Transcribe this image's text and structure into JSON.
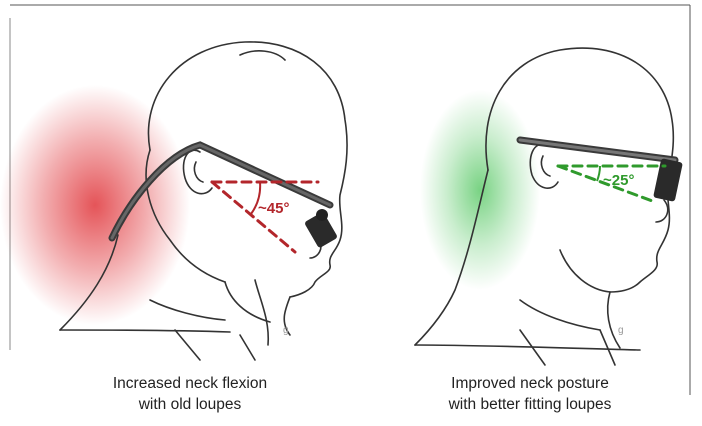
{
  "left_panel": {
    "angle_label": "~45°",
    "caption_line1": "Increased neck flexion",
    "caption_line2": "with old loupes",
    "strain_color": "#e0363b",
    "angle_color": "#b3262b"
  },
  "right_panel": {
    "angle_label": "~25°",
    "caption_line1": "Improved neck posture",
    "caption_line2": "with better fitting loupes",
    "strain_color": "#4cc45a",
    "angle_color": "#2f9a2c"
  }
}
